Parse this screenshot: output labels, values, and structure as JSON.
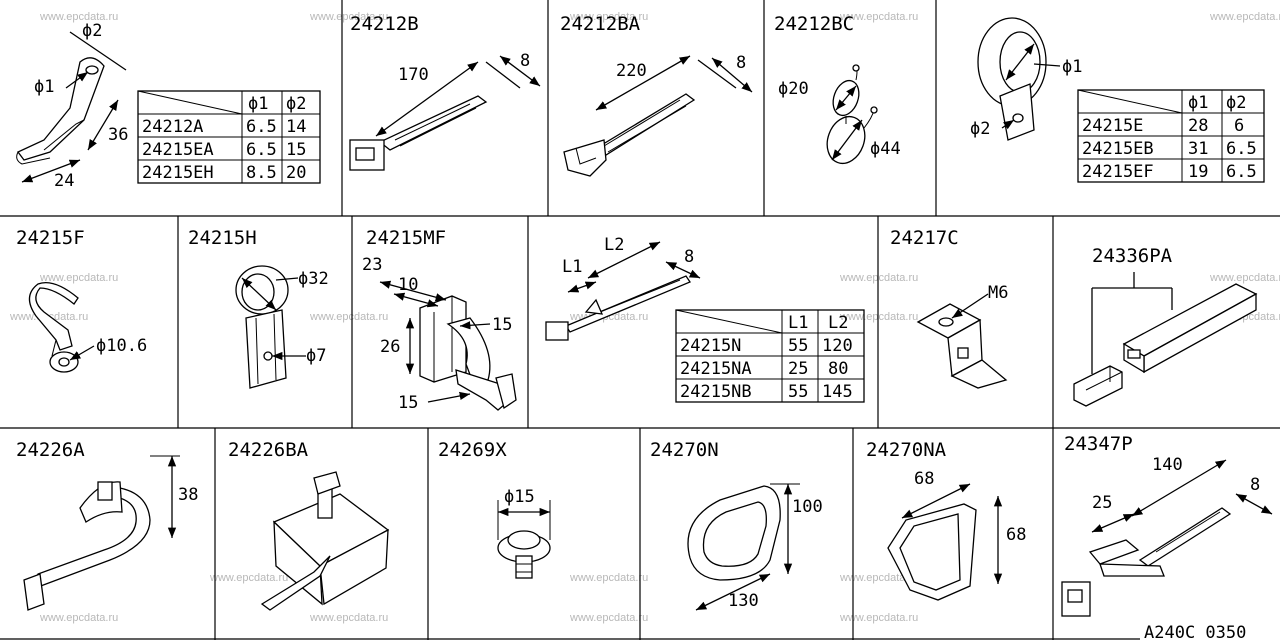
{
  "watermark": "www.epcdata.ru",
  "diagram_code": "A240C 0350",
  "cells": {
    "c1": {
      "dims": {
        "phi1": "ϕ1",
        "phi2": "ϕ2",
        "w": "24",
        "h": "36"
      },
      "table": {
        "headers": [
          "ϕ1",
          "ϕ2"
        ],
        "rows": [
          [
            "24212A",
            "6.5",
            "14"
          ],
          [
            "24215EA",
            "6.5",
            "15"
          ],
          [
            "24215EH",
            "8.5",
            "20"
          ]
        ]
      }
    },
    "c2": {
      "part": "24212B",
      "dims": {
        "len": "170",
        "w": "8"
      }
    },
    "c3": {
      "part": "24212BA",
      "dims": {
        "len": "220",
        "w": "8"
      }
    },
    "c4": {
      "part": "24212BC",
      "dims": {
        "d1": "ϕ20",
        "d2": "ϕ44"
      }
    },
    "c5": {
      "dims": {
        "phi1": "ϕ1",
        "phi2": "ϕ2"
      },
      "table": {
        "headers": [
          "ϕ1",
          "ϕ2"
        ],
        "rows": [
          [
            "24215E",
            "28",
            "6"
          ],
          [
            "24215EB",
            "31",
            "6.5"
          ],
          [
            "24215EF",
            "19",
            "6.5"
          ]
        ]
      }
    },
    "c6": {
      "part": "24215F",
      "dims": {
        "d": "ϕ10.6"
      }
    },
    "c7": {
      "part": "24215H",
      "dims": {
        "d1": "ϕ32",
        "d2": "ϕ7"
      }
    },
    "c8": {
      "part": "24215MF",
      "dims": {
        "a": "23",
        "b": "10",
        "c": "26",
        "d": "15",
        "e": "15"
      }
    },
    "c9": {
      "dims": {
        "l1": "L1",
        "l2": "L2",
        "w": "8"
      },
      "table": {
        "headers": [
          "L1",
          "L2"
        ],
        "rows": [
          [
            "24215N",
            "55",
            "120"
          ],
          [
            "24215NA",
            "25",
            "80"
          ],
          [
            "24215NB",
            "55",
            "145"
          ]
        ]
      }
    },
    "c10": {
      "part": "24217C",
      "dims": {
        "m": "M6"
      }
    },
    "c11": {
      "part": "24336PA"
    },
    "c12": {
      "part": "24226A",
      "dims": {
        "h": "38"
      }
    },
    "c13": {
      "part": "24226BA"
    },
    "c14": {
      "part": "24269X",
      "dims": {
        "d": "ϕ15"
      }
    },
    "c15": {
      "part": "24270N",
      "dims": {
        "h": "100",
        "w": "130"
      }
    },
    "c16": {
      "part": "24270NA",
      "dims": {
        "w": "68",
        "h": "68"
      }
    },
    "c17": {
      "part": "24347P",
      "dims": {
        "a": "140",
        "b": "25",
        "c": "8"
      }
    }
  }
}
